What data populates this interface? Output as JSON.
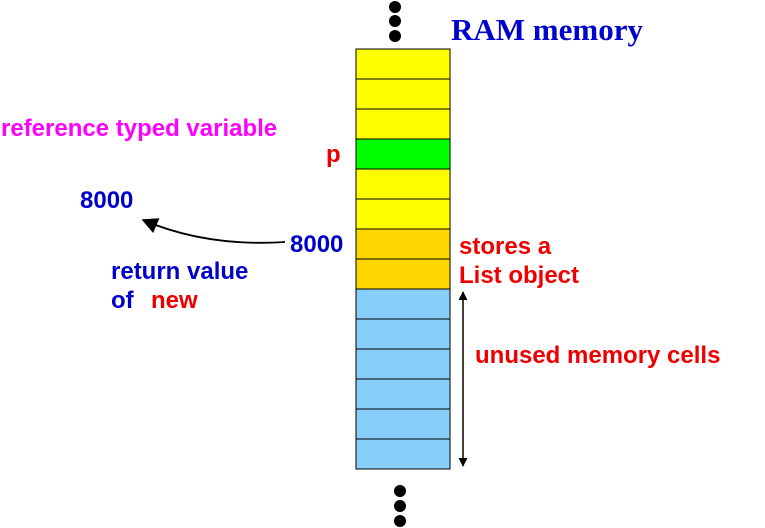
{
  "title": "RAM memory",
  "labels": {
    "reference_typed_variable": "reference typed variable",
    "variable_name": "p",
    "address": "8000",
    "returned_address": "8000",
    "return_value_line1": "return value",
    "return_value_of": "of",
    "return_value_keyword": "new",
    "stores_line1": "stores a",
    "stores_line2": "List object",
    "unused": "unused memory cells"
  },
  "memory": {
    "cells": [
      {
        "role": "cell",
        "color": "#ffff00"
      },
      {
        "role": "cell",
        "color": "#ffff00"
      },
      {
        "role": "cell",
        "color": "#ffff00"
      },
      {
        "role": "variable-p",
        "color": "#00ff00"
      },
      {
        "role": "cell",
        "color": "#ffff00"
      },
      {
        "role": "cell",
        "color": "#ffff00"
      },
      {
        "role": "list-object",
        "color": "#ffd700"
      },
      {
        "role": "list-object",
        "color": "#ffd700"
      },
      {
        "role": "unused",
        "color": "#87cefa"
      },
      {
        "role": "unused",
        "color": "#87cefa"
      },
      {
        "role": "unused",
        "color": "#87cefa"
      },
      {
        "role": "unused",
        "color": "#87cefa"
      },
      {
        "role": "unused",
        "color": "#87cefa"
      },
      {
        "role": "unused",
        "color": "#87cefa"
      }
    ]
  },
  "colors": {
    "title": "#0000cc",
    "magenta": "#ff00ff",
    "red": "#ee0000",
    "blue": "#0000cc"
  }
}
